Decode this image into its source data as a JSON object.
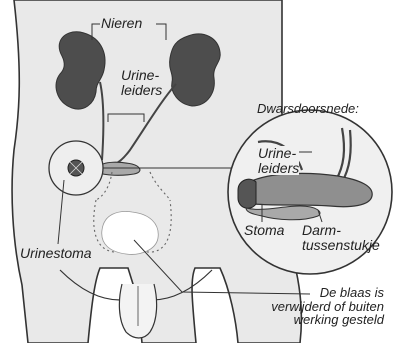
{
  "diagram": {
    "labels": {
      "kidneys": "Nieren",
      "ureters_main": [
        "Urine-",
        "leiders"
      ],
      "cross_section": "Dwarsdoorsnede:",
      "ureters_detail": [
        "Urine-",
        "leiders"
      ],
      "stoma_detail": "Stoma",
      "intestine_segment": [
        "Darm-",
        "tussenstukje"
      ],
      "urostomy": "Urinestoma",
      "bladder_note": [
        "De blaas is",
        "verwijderd of buiten",
        "werking gesteld"
      ]
    },
    "colors": {
      "body_fill": "#e9e9e9",
      "organ_fill": "#4d4d4d",
      "outline": "#333333",
      "detail_fill": "#a9a9a9",
      "bladder_fill": "#ffffff"
    }
  }
}
